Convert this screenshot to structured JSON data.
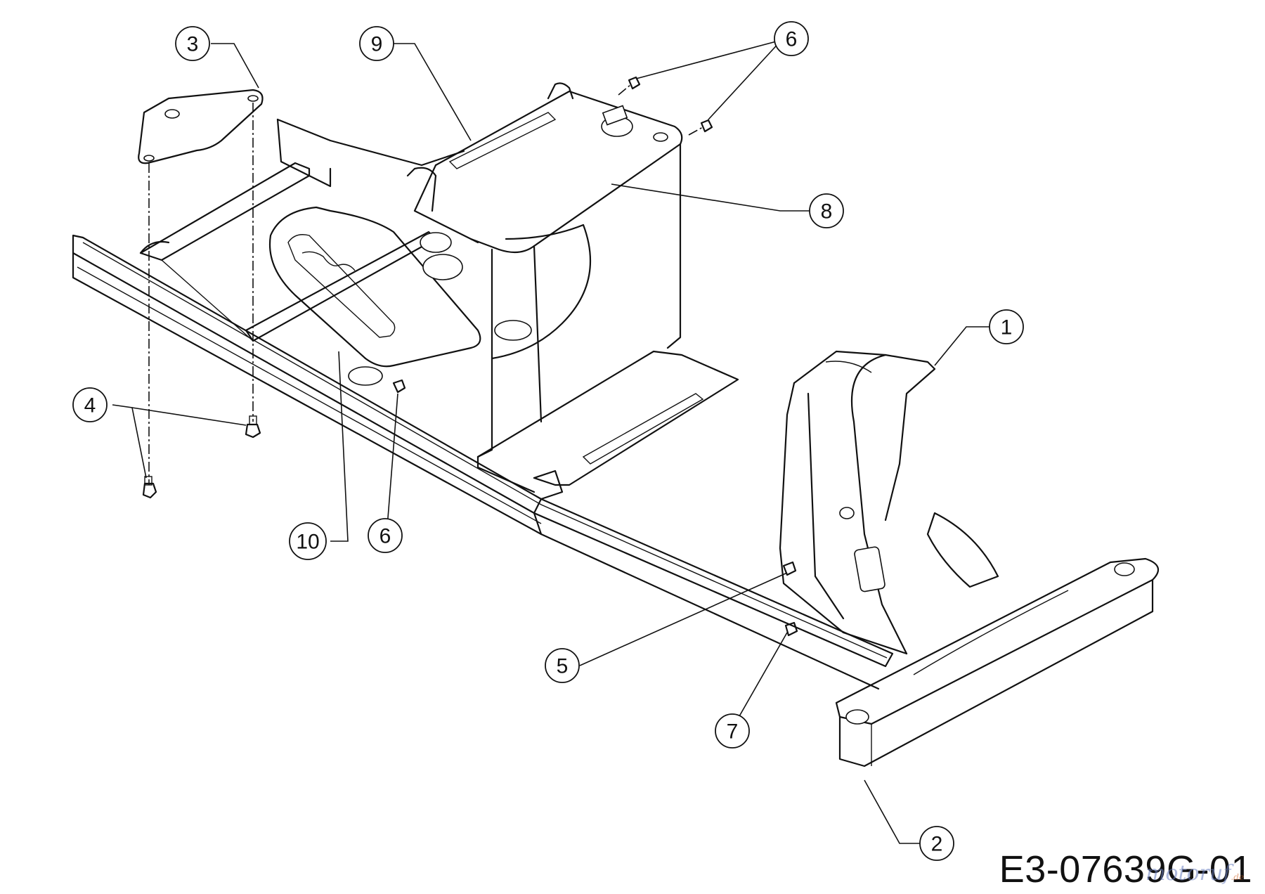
{
  "drawing_code": "E3-07639G-01",
  "watermark": {
    "brand": "motoruf",
    "suffix": ".de"
  },
  "callouts": [
    {
      "id": "c1",
      "label": "1"
    },
    {
      "id": "c2",
      "label": "2"
    },
    {
      "id": "c3",
      "label": "3"
    },
    {
      "id": "c4",
      "label": "4"
    },
    {
      "id": "c5",
      "label": "5"
    },
    {
      "id": "c6a",
      "label": "6"
    },
    {
      "id": "c6b",
      "label": "6"
    },
    {
      "id": "c7",
      "label": "7"
    },
    {
      "id": "c8",
      "label": "8"
    },
    {
      "id": "c9",
      "label": "9"
    },
    {
      "id": "c10",
      "label": "10"
    }
  ]
}
